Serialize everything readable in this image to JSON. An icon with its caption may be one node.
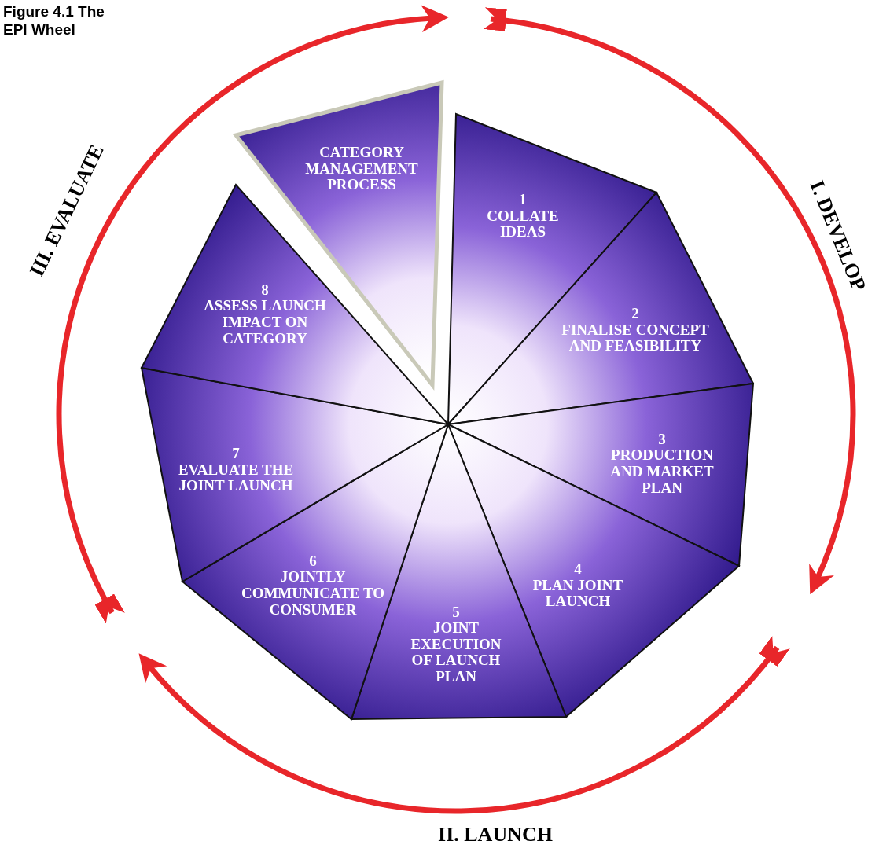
{
  "diagram": {
    "title": "Figure 4.1 The EPI Wheel",
    "nodes": [
      {
        "text": [
          "CATEGORY MANAGEMENT PROCESS"
        ]
      },
      {
        "text": [
          "1",
          "COLLATE IDEAS"
        ]
      },
      {
        "text": [
          "2",
          "FINALISE CONCEPT AND FEASIBILITY"
        ]
      },
      {
        "text": [
          "3",
          "PRODUCTION AND MARKET PLAN"
        ]
      },
      {
        "text": [
          "4",
          "PLAN JOINT LAUNCH"
        ]
      },
      {
        "text": [
          "5",
          "JOINT EXECUTION OF LAUNCH PLAN"
        ]
      },
      {
        "text": [
          "6",
          "JOINTLY COMMUNICATE TO CONSUMER"
        ]
      },
      {
        "text": [
          "7",
          "EVALUATE THE JOINT LAUNCH"
        ]
      },
      {
        "text": [
          "8",
          "ASSESS LAUNCH IMPACT ON CATEGORY"
        ]
      }
    ],
    "edges": [],
    "labels": [
      "I. DEVELOP",
      "II. LAUNCH",
      "III. EVALUATE"
    ]
  }
}
